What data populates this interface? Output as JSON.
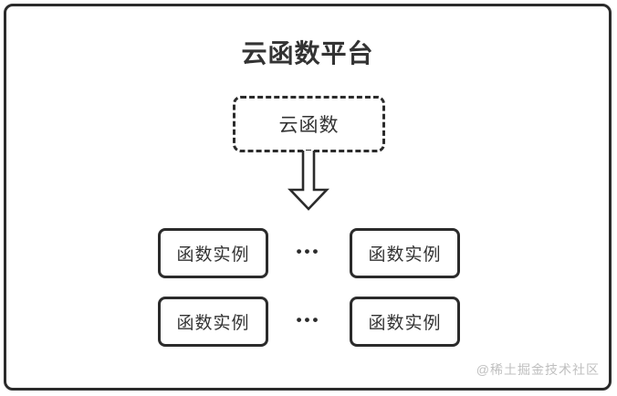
{
  "diagram": {
    "title": "云函数平台",
    "cloud_function_node": {
      "label": "云函数"
    },
    "arrow": {
      "name": "down-arrow",
      "direction": "down"
    },
    "instance_rows": [
      {
        "left": "函数实例",
        "ellipsis": "•••",
        "right": "函数实例"
      },
      {
        "left": "函数实例",
        "ellipsis": "•••",
        "right": "函数实例"
      }
    ],
    "watermark": "@稀土掘金技术社区",
    "colors": {
      "border": "#2b2b2b",
      "text": "#333333",
      "watermark": "#bfbfbf",
      "background": "#ffffff"
    }
  }
}
